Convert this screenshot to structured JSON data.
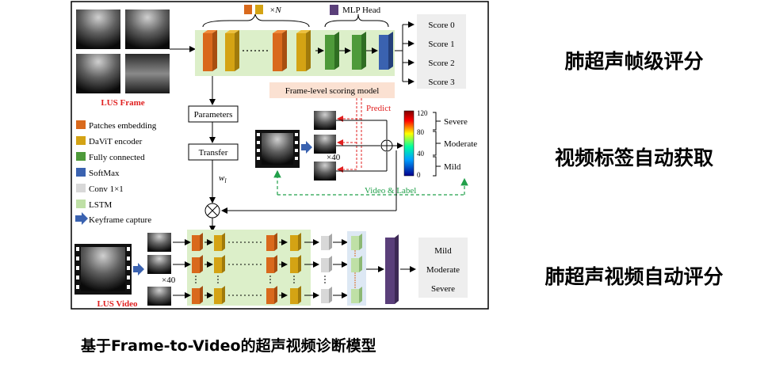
{
  "diagram": {
    "top": {
      "lus_frame_label": "LUS Frame",
      "repeat_label": "×N",
      "mlp_head_label": "MLP Head",
      "scores": [
        "Score 0",
        "Score 1",
        "Score 2",
        "Score 3"
      ],
      "scoring_model_label": "Frame-level scoring model",
      "predict_label": "Predict"
    },
    "middle": {
      "parameters_label": "Parameters",
      "transfer_label": "Transfer",
      "weight_label": "w",
      "weight_sub": "l",
      "frames_repeat_label": "×40",
      "colorbar_ticks": [
        "120",
        "80",
        "40",
        "0"
      ],
      "severity_labels": [
        "Severe",
        "Moderate",
        "Mild"
      ],
      "video_label_caption": "Video & Label"
    },
    "legend": [
      {
        "label": "Patches  embedding",
        "color": "#d9691c"
      },
      {
        "label": "DaViT encoder",
        "color": "#d4a314"
      },
      {
        "label": "Fully connected",
        "color": "#4e9a3a"
      },
      {
        "label": "SoftMax",
        "color": "#3a62b0"
      },
      {
        "label": "Conv 1×1",
        "color": "#d8d8d8"
      },
      {
        "label": "LSTM",
        "color": "#bfe0a6"
      },
      {
        "label": "Keyframe  capture",
        "color": "#3a62b0"
      }
    ],
    "bottom": {
      "frames_repeat_label": "×40",
      "lus_video_label": "LUS Video",
      "outputs": [
        "Mild",
        "Moderate",
        "Severe"
      ]
    }
  },
  "side_titles": [
    "肺超声帧级评分",
    "视频标签自动获取",
    "肺超声视频自动评分"
  ],
  "caption": "基于Frame-to-Video的超声视频诊断模型"
}
